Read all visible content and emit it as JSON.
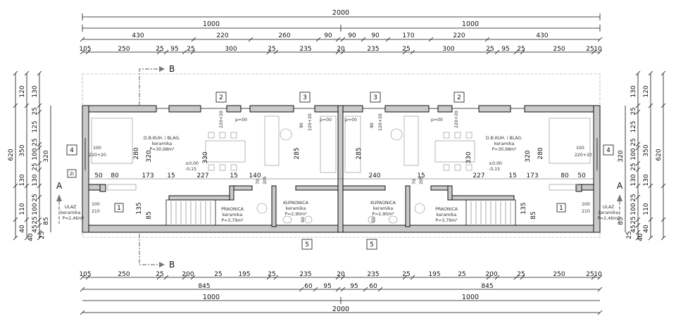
{
  "dims": {
    "top": {
      "total": "2000",
      "halves": [
        "1000",
        "1000"
      ],
      "row3": [
        "430",
        "220",
        "260",
        "90",
        "90",
        "90",
        "170",
        "220",
        "430"
      ],
      "row4": [
        "105",
        "250",
        "25",
        "95",
        "25",
        "300",
        "25",
        "235",
        "20",
        "235",
        "25",
        "300",
        "25",
        "95",
        "25",
        "250",
        "25",
        "10"
      ]
    },
    "bottom": {
      "row1": [
        "105",
        "250",
        "25",
        "200",
        "25",
        "195",
        "25",
        "235",
        "20",
        "235",
        "25",
        "195",
        "25",
        "200",
        "25",
        "250",
        "25",
        "10"
      ],
      "row2": [
        "845",
        "60",
        "95",
        "95",
        "60",
        "845"
      ],
      "halves": [
        "1000",
        "1000"
      ],
      "total": "2000"
    },
    "left": {
      "total": "620",
      "row2": [
        "120",
        "350",
        "130",
        "110",
        "40"
      ],
      "row3": [
        "130",
        "25",
        "125",
        "25",
        "100",
        "25",
        "130",
        "25",
        "100",
        "25",
        "45",
        "40",
        "25"
      ],
      "row4": [
        "320",
        "85"
      ]
    },
    "right": {
      "total": "620",
      "row2": [
        "120",
        "350",
        "130",
        "110",
        "40"
      ],
      "row3": [
        "130",
        "25",
        "125",
        "25",
        "100",
        "25",
        "130",
        "25",
        "100",
        "25",
        "45",
        "40",
        "25"
      ],
      "row4": [
        "320",
        "85"
      ]
    },
    "inner": [
      "50",
      "80",
      "173",
      "15",
      "227",
      "15",
      "140",
      "240",
      "15",
      "227",
      "15",
      "173",
      "80",
      "50"
    ],
    "vertical_inner": [
      "280",
      "320",
      "330",
      "285",
      "285",
      "330",
      "320",
      "280",
      "135",
      "85",
      "135",
      "85"
    ]
  },
  "sections": {
    "b": "B",
    "a": "A"
  },
  "tags": {
    "t2": "2",
    "t3": "3",
    "t4": "4",
    "t5": "5",
    "zi": "ZI",
    "t1": "1"
  },
  "rooms": {
    "kitchen_left": {
      "name": "D.B.KUH. i BLAG.",
      "floor": "keramika",
      "area": "P=30,98m²"
    },
    "kitchen_right": {
      "name": "D.B.KUH. i BLAG.",
      "floor": "keramika",
      "area": "P=30,98m²"
    },
    "laundry_left": {
      "name": "PRAONICA",
      "floor": "keramika",
      "area": "P=3,79m²"
    },
    "laundry_right": {
      "name": "PRAONICA",
      "floor": "keramika",
      "area": "P=3,79m²"
    },
    "bath_left": {
      "name": "KUPAONICA",
      "floor": "keramika",
      "area": "P=2,90m²"
    },
    "bath_right": {
      "name": "KUPAONICA",
      "floor": "keramika",
      "area": "P=2,90m²"
    },
    "entry_left": {
      "name": "ULAZ",
      "floor": "keramika",
      "area": "P=2,46m²"
    },
    "entry_right": {
      "name": "ULAZ",
      "floor": "keramika",
      "area": "P=2,46m²"
    }
  },
  "levels": {
    "l0": "±0,00",
    "l1": "-0,15"
  },
  "openings": {
    "o1": "100",
    "o2": "220+20",
    "o3": "120+20",
    "o4": "90",
    "o5": "210",
    "o6": "70",
    "o7": "205",
    "o8": "60",
    "o9": "p=00"
  }
}
